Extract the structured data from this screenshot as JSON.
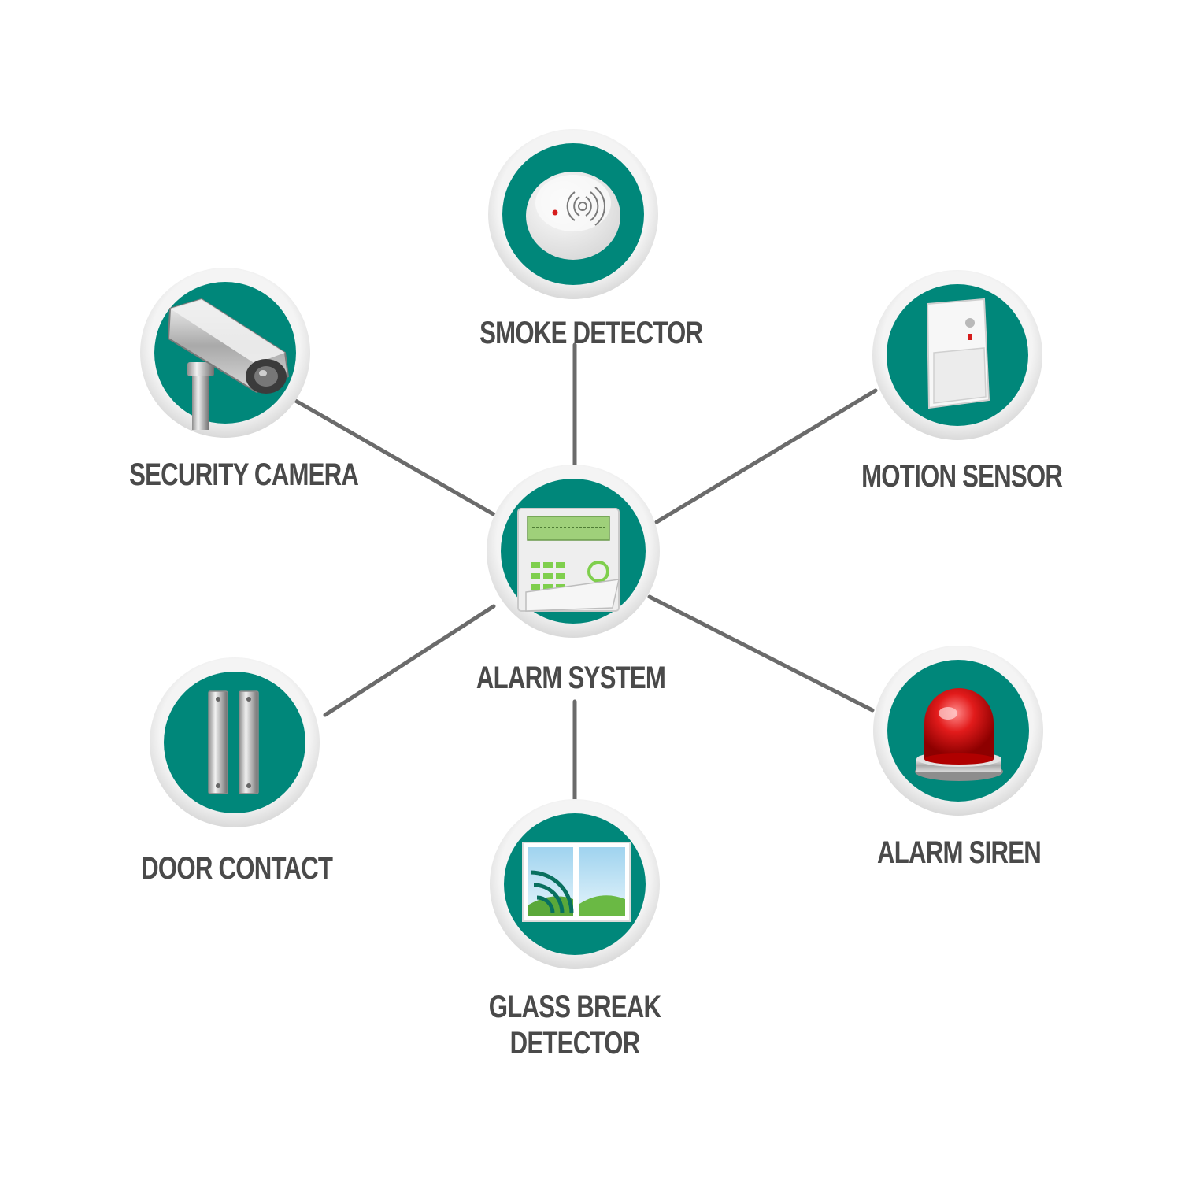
{
  "diagram": {
    "colors": {
      "teal": "#00877a",
      "ring": "#e6e6e6",
      "connector": "#6b6b6b",
      "label": "#4a4a4a"
    },
    "center": {
      "label": "ALARM SYSTEM",
      "icon": "alarm-keypad-icon"
    },
    "nodes": [
      {
        "id": "smoke-detector",
        "label": "SMOKE DETECTOR",
        "icon": "smoke-detector-icon"
      },
      {
        "id": "security-camera",
        "label": "SECURITY CAMERA",
        "icon": "security-camera-icon"
      },
      {
        "id": "motion-sensor",
        "label": "MOTION SENSOR",
        "icon": "motion-sensor-icon"
      },
      {
        "id": "door-contact",
        "label": "DOOR CONTACT",
        "icon": "door-contact-icon"
      },
      {
        "id": "alarm-siren",
        "label": "ALARM SIREN",
        "icon": "alarm-siren-icon"
      },
      {
        "id": "glass-break",
        "label_line1": "GLASS BREAK",
        "label_line2": "DETECTOR",
        "icon": "glass-break-icon"
      }
    ]
  }
}
